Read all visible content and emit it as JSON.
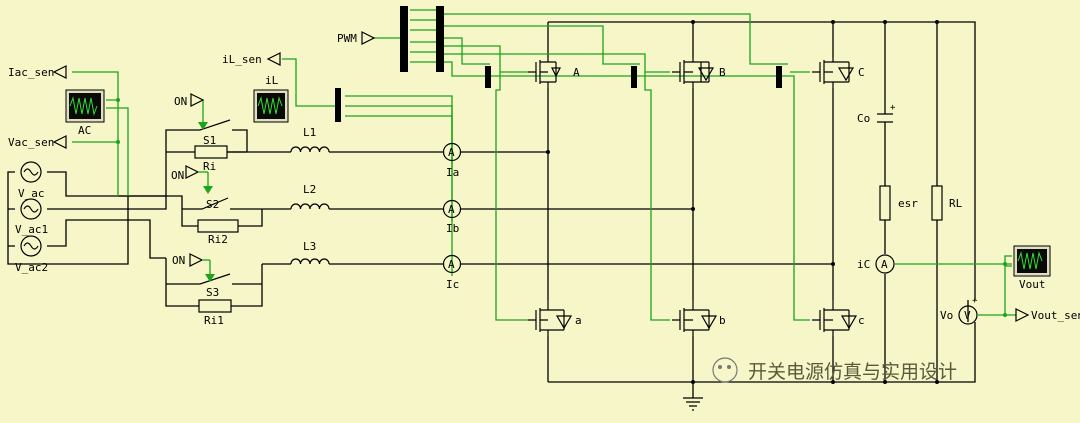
{
  "labels": {
    "pwm": "PWM",
    "iac_sen": "Iac_sen",
    "vac_sen": "Vac_sen",
    "il_sen": "iL_sen",
    "il": "iL",
    "ac": "AC",
    "on1": "ON",
    "on2": "ON",
    "on3": "ON",
    "s1": "S1",
    "s2": "S2",
    "s3": "S3",
    "ri": "Ri",
    "ri2": "Ri2",
    "ri1": "Ri1",
    "l1": "L1",
    "l2": "L2",
    "l3": "L3",
    "ia": "Ia",
    "ib": "Ib",
    "ic": "Ic",
    "v_ac": "V_ac",
    "v_ac1": "V_ac1",
    "v_ac2": "V_ac2",
    "sw_A": "A",
    "sw_B": "B",
    "sw_C": "C",
    "sw_a": "a",
    "sw_b": "b",
    "sw_c": "c",
    "co": "Co",
    "esr": "esr",
    "rl": "RL",
    "ic_cap": "iC",
    "vo": "Vo",
    "vout": "Vout",
    "vout_sen": "Vout_sen",
    "ammeter": "A",
    "voltmeter": "V"
  },
  "watermark": "开关电源仿真与实用设计",
  "colors": {
    "background": "#f6f6c9",
    "wire": "#000000",
    "signal": "#1aa51a",
    "scope": "#1aa51a"
  }
}
